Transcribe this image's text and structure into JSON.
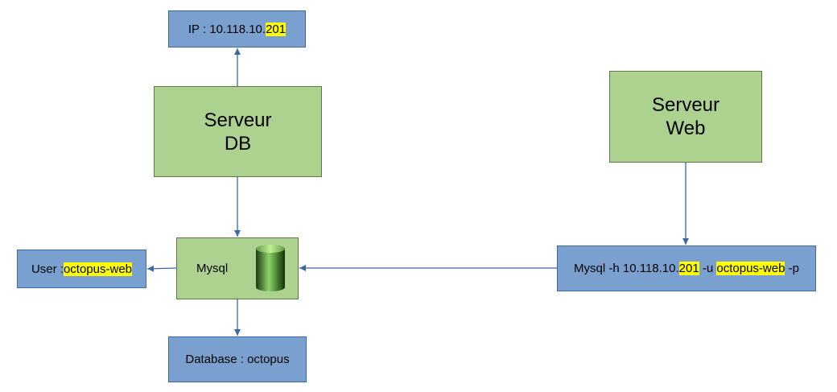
{
  "server_db": {
    "line1": "Serveur",
    "line2": "DB"
  },
  "server_web": {
    "line1": "Serveur",
    "line2": "Web"
  },
  "ip": {
    "prefix": "IP : 10.118.10.",
    "suffix": "201"
  },
  "mysql": {
    "label": "Mysql"
  },
  "user": {
    "prefix": "User : ",
    "value": "octopus-web"
  },
  "database": {
    "label": "Database : octopus"
  },
  "command": {
    "part1": "Mysql -h 10.118.10.",
    "part2": "201",
    "part3": " -u ",
    "part4": "octopus-web",
    "part5": " -p"
  },
  "colors": {
    "server_fill": "#add18f",
    "info_fill": "#7aa0cf",
    "arrow": "#3a6aa3",
    "highlight": "#ffff00"
  },
  "icons": {
    "mysql": "database-cylinder-icon"
  }
}
